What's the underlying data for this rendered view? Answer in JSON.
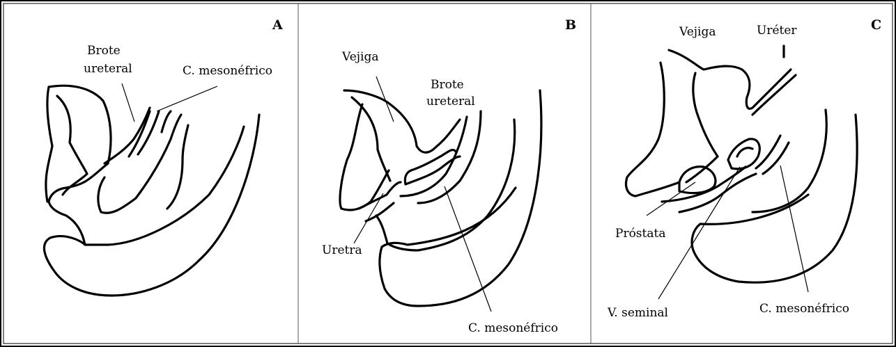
{
  "panels": [
    {
      "letter": "A",
      "labels": {
        "brote_line1": "Brote",
        "brote_line2": "ureteral",
        "mesonefrico": "C. mesonéfrico"
      }
    },
    {
      "letter": "B",
      "labels": {
        "vejiga": "Vejiga",
        "brote_line1": "Brote",
        "brote_line2": "ureteral",
        "uretra": "Uretra",
        "mesonefrico": "C. mesonéfrico"
      }
    },
    {
      "letter": "C",
      "labels": {
        "vejiga": "Vejiga",
        "ureter": "Uréter",
        "prostata": "Próstata",
        "seminal": "V. seminal",
        "mesonefrico": "C. mesonéfrico"
      }
    }
  ]
}
